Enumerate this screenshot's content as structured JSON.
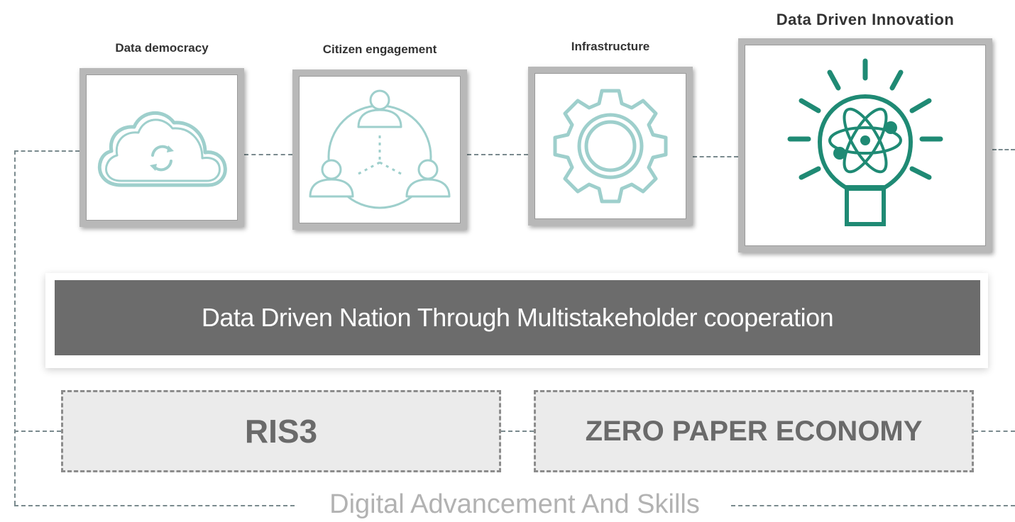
{
  "pillars": [
    {
      "label": "Data democracy",
      "icon": "cloud-sync-icon"
    },
    {
      "label": "Citizen engagement",
      "icon": "people-network-icon"
    },
    {
      "label": "Infrastructure",
      "icon": "gear-icon"
    },
    {
      "label": "Data Driven Innovation",
      "icon": "lightbulb-atom-icon"
    }
  ],
  "banner": {
    "text": "Data Driven Nation Through Multistakeholder cooperation"
  },
  "boxes": [
    {
      "label": "RIS3"
    },
    {
      "label": "ZERO PAPER ECONOMY"
    }
  ],
  "footer": {
    "text": "Digital Advancement And Skills"
  },
  "colors": {
    "light_teal": "#9ecfcc",
    "teal": "#1f8a74",
    "banner": "#6c6c6c",
    "frame": "#b8b8b8"
  }
}
